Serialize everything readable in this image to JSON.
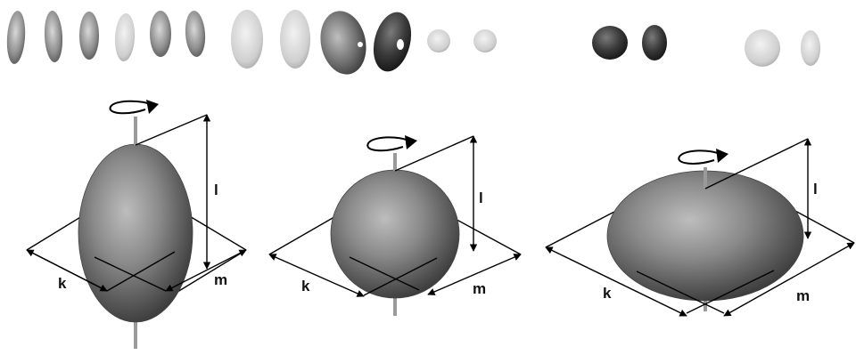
{
  "diagram": {
    "seed_photo_row": {
      "groups": [
        {
          "name": "elongated-grains",
          "count": 6
        },
        {
          "name": "oval-beans",
          "count": 4
        },
        {
          "name": "small-round-seeds",
          "count": 2
        },
        {
          "name": "dark-round-seeds",
          "count": 2
        },
        {
          "name": "light-flat-seeds",
          "count": 2
        }
      ]
    },
    "shapes": [
      {
        "id": "prolate",
        "shape": "prolate-spheroid",
        "labels": {
          "height": "l",
          "width_a": "k",
          "width_b": "m"
        }
      },
      {
        "id": "sphere",
        "shape": "sphere",
        "labels": {
          "height": "l",
          "width_a": "k",
          "width_b": "m"
        }
      },
      {
        "id": "oblate",
        "shape": "oblate-spheroid",
        "labels": {
          "height": "l",
          "width_a": "k",
          "width_b": "m"
        }
      }
    ],
    "colors": {
      "body": "#7c7c7c",
      "body_light": "#c8c8c8",
      "body_dark": "#2e2e2e",
      "line": "#000000",
      "axis_rod": "#9a9a9a"
    }
  }
}
